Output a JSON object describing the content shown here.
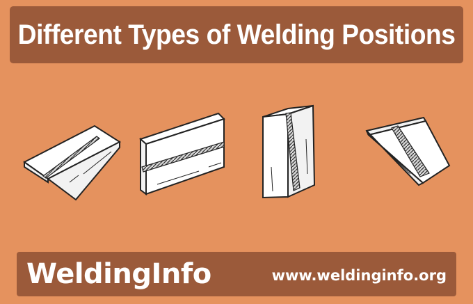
{
  "header": {
    "title": "Different Types of Welding Positions"
  },
  "illustration": {
    "items": [
      {
        "icon": "flat-weld-plate-icon"
      },
      {
        "icon": "horizontal-weld-plate-icon"
      },
      {
        "icon": "vertical-weld-plate-icon"
      },
      {
        "icon": "overhead-weld-plate-icon"
      }
    ]
  },
  "footer": {
    "brand": "WeldingInfo",
    "url": "www.weldinginfo.org"
  },
  "colors": {
    "background": "#e5925e",
    "banner": "#9b5a3a",
    "text": "#ffffff"
  }
}
